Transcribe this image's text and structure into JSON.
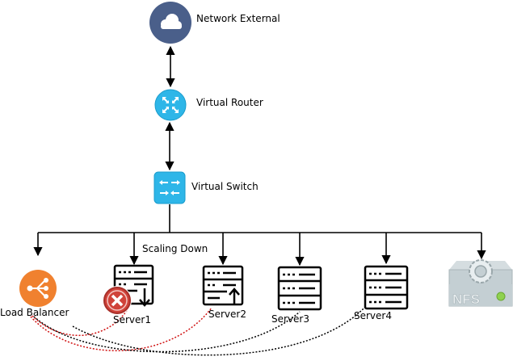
{
  "nodes": {
    "network_external": {
      "label": "Network External",
      "icon": "cloud-icon",
      "color": "#4a5f8a"
    },
    "virtual_router": {
      "label": "Virtual Router",
      "icon": "router-icon",
      "color": "#2eb6e8"
    },
    "virtual_switch": {
      "label": "Virtual Switch",
      "icon": "switch-icon",
      "color": "#2eb6e8"
    },
    "load_balancer": {
      "label": "Load Balancer",
      "icon": "load-balancer-icon",
      "color": "#f0812f"
    },
    "server1": {
      "label": "Server1",
      "icon": "server-scale-down-icon",
      "status_icon": "error-icon",
      "status_color": "#d0433a"
    },
    "server2": {
      "label": "Server2",
      "icon": "server-scale-up-icon"
    },
    "server3": {
      "label": "Server3",
      "icon": "server-icon"
    },
    "server4": {
      "label": "Server4",
      "icon": "server-icon"
    },
    "nfs": {
      "label": "NFS",
      "icon": "nfs-storage-icon",
      "color": "#b8c4c8"
    }
  },
  "annotations": {
    "scaling": "Scaling Down"
  },
  "edges": {
    "link_color": "#000000",
    "active_color": "#d01010",
    "inactive_color": "#000000"
  }
}
